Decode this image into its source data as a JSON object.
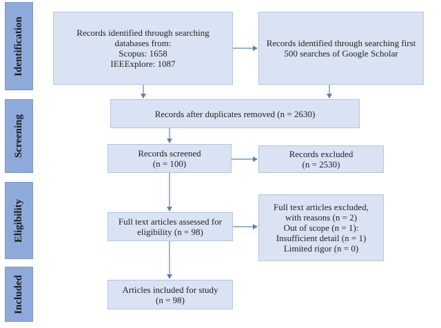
{
  "stages": {
    "identification": "Identification",
    "screening": "Screening",
    "eligibility": "Eligibility",
    "included": "Included"
  },
  "boxes": {
    "db_search": [
      "Records identified through searching",
      "databases from:",
      "Scopus: 1658",
      "IEEExplore: 1087"
    ],
    "scholar_search": [
      "Records identified through searching first",
      "500 searches of Google Scholar"
    ],
    "duplicates_removed": [
      "Records after duplicates removed (n = 2630)"
    ],
    "screened": [
      "Records screened",
      "(n = 100)"
    ],
    "excluded": [
      "Records excluded",
      "(n = 2530)"
    ],
    "fulltext_assessed": [
      "Full text articles assessed for",
      "eligibility (n = 98)"
    ],
    "fulltext_excluded": [
      "Full text articles excluded,",
      "with reasons (n = 2)",
      "Out of scope (n = 1):",
      "Insufficient detail (n = 1)",
      "Limited rigor (n = 0)"
    ],
    "included_study": [
      "Articles included for study",
      "(n = 98)"
    ]
  },
  "colors": {
    "stage_fill": "#8eaadb",
    "box_fill": "#dae3f3",
    "box_border": "#b4c3de",
    "arrow": "#5b7fbf"
  }
}
